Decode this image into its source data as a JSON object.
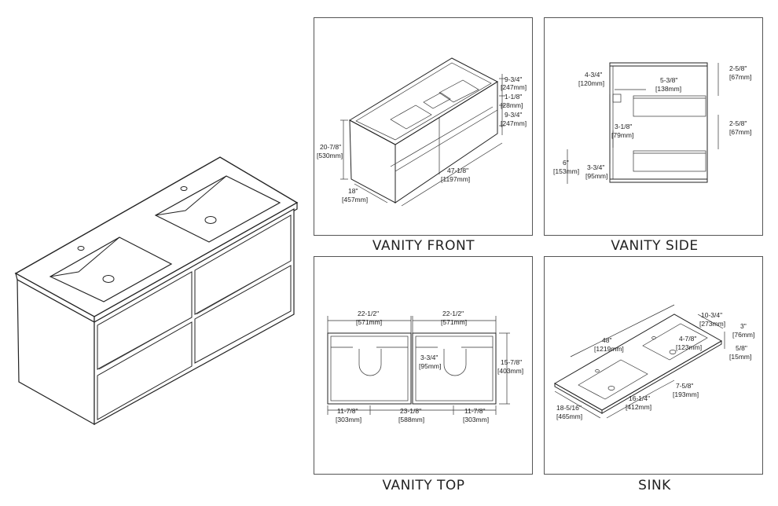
{
  "captions": {
    "front": "VANITY FRONT",
    "side": "VANITY SIDE",
    "top": "VANITY TOP",
    "sink": "SINK"
  },
  "front": {
    "height_in": "20-7/8\"",
    "height_mm": "[530mm]",
    "depth_in": "18\"",
    "depth_mm": "[457mm]",
    "width_in": "47-1/8\"",
    "width_mm": "[1197mm]",
    "drawer_top_in": "9-3/4\"",
    "drawer_top_mm": "[247mm]",
    "gap_in": "1-1/8\"",
    "gap_mm": "[28mm]",
    "drawer_bottom_in": "9-3/4\"",
    "drawer_bottom_mm": "[247mm]"
  },
  "side": {
    "top_offset_in": "4-3/4\"",
    "top_offset_mm": "[120mm]",
    "inner_width_in": "5-3/8\"",
    "inner_width_mm": "[138mm]",
    "right_top_in": "2-5/8\"",
    "right_top_mm": "[67mm]",
    "right_mid_in": "2-5/8\"",
    "right_mid_mm": "[67mm]",
    "mid_gap_in": "3-1/8\"",
    "mid_gap_mm": "[79mm]",
    "left_bottom_in": "6\"",
    "left_bottom_mm": "[153mm]",
    "bottom_gap_in": "3-3/4\"",
    "bottom_gap_mm": "[95mm]"
  },
  "top": {
    "left_width_in": "22-1/2\"",
    "left_width_mm": "[571mm]",
    "right_width_in": "22-1/2\"",
    "right_width_mm": "[571mm]",
    "depth_in": "15-7/8\"",
    "depth_mm": "[403mm]",
    "cutout_in": "3-3/4\"",
    "cutout_mm": "[95mm]",
    "left_offset_in": "11-7/8\"",
    "left_offset_mm": "[303mm]",
    "center_in": "23-1/8\"",
    "center_mm": "[588mm]",
    "right_offset_in": "11-7/8\"",
    "right_offset_mm": "[303mm]"
  },
  "sink": {
    "length_in": "48\"",
    "length_mm": "[1219mm]",
    "depth_in": "10-3/4\"",
    "depth_mm": "[273mm]",
    "thickness_in": "3\"",
    "thickness_mm": "[76mm]",
    "lip_in": "5/8\"",
    "lip_mm": "[15mm]",
    "drain_in": "4-7/8\"",
    "drain_mm": "[123mm]",
    "bowl_depth_in": "7-5/8\"",
    "bowl_depth_mm": "[193mm]",
    "bowl_width_in": "16-1/4\"",
    "bowl_width_mm": "[412mm]",
    "overall_depth_in": "18-5/16\"",
    "overall_depth_mm": "[465mm]"
  }
}
